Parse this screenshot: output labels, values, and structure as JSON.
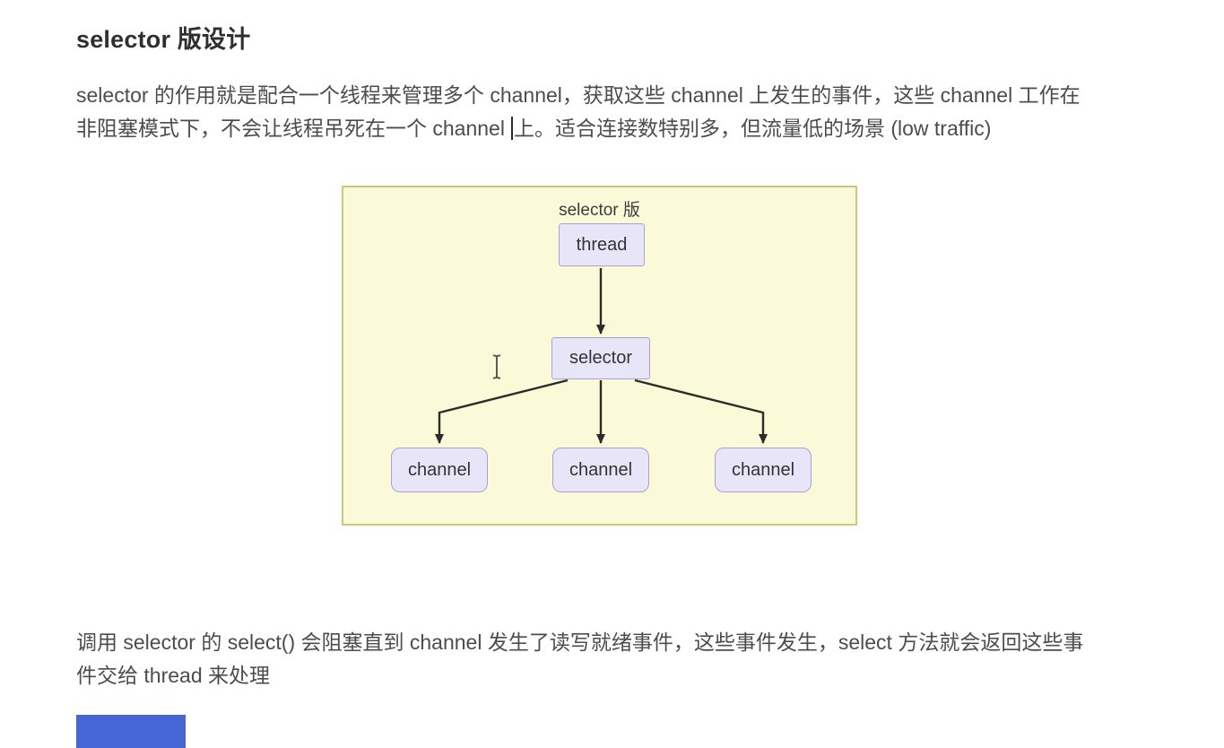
{
  "header": {
    "title": "selector 版设计"
  },
  "intro": {
    "line1": "selector 的作用就是配合一个线程来管理多个 channel，获取这些 channel 上发生的事件，这些 channel 工作在",
    "line2_pre": "非阻塞模式下，不会让线程吊死在一个 channel",
    "line2_post": "上。适合连接数特别多，但流量低的场景 (low traffic)"
  },
  "diagram": {
    "caption": "selector 版",
    "thread_label": "thread",
    "selector_label": "selector",
    "channel_labels": [
      "channel",
      "channel",
      "channel"
    ],
    "colors": {
      "panel_background": "#fafad8",
      "panel_border": "#c9c97a",
      "node_fill": "#e9e5f8",
      "node_border": "#ab9fd8",
      "arrow": "#2b2b2b"
    }
  },
  "closing": {
    "line1": "调用 selector 的 select() 会阻塞直到 channel 发生了读写就绪事件，这些事件发生，select 方法就会返回这些事",
    "line2": "件交给 thread 来处理"
  },
  "cursor_state": {
    "text_caret_visible": true,
    "ibeam_pointer_visible": true
  },
  "bottom_partial_element": {
    "color": "#4666d6"
  }
}
